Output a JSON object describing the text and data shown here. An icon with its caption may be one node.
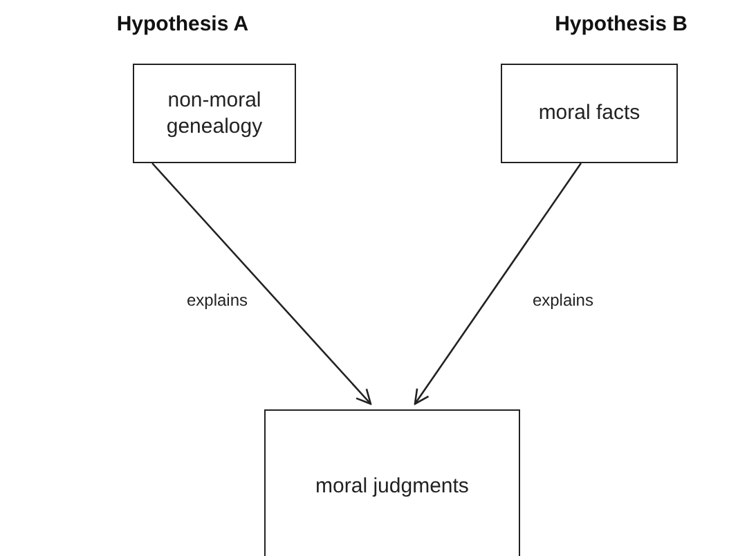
{
  "diagram": {
    "nodes": [
      {
        "text": [
          "Hypothesis A",
          "non-moral genealogy"
        ]
      },
      {
        "text": [
          "Hypothesis B",
          "moral facts"
        ]
      },
      {
        "text": [
          "moral judgments"
        ]
      }
    ],
    "edges": [
      {
        "from": 0,
        "to": 2,
        "arrow": "to",
        "label": "explains"
      },
      {
        "from": 1,
        "to": 2,
        "arrow": "to",
        "label": "explains"
      }
    ]
  }
}
